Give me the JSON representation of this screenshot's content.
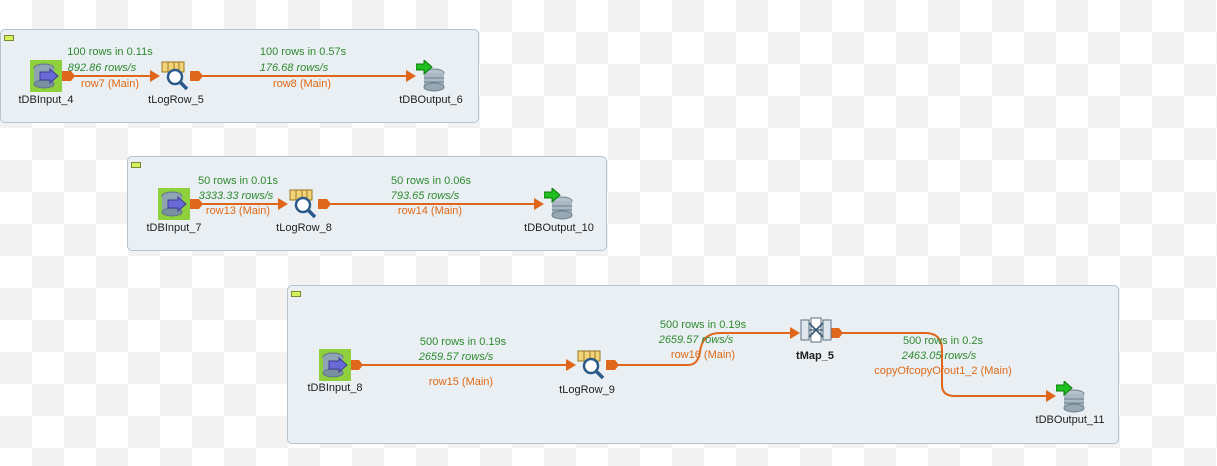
{
  "colors": {
    "link": "#e0661a",
    "stats_text": "#2f8a2f",
    "link_text": "#e06a18",
    "subjob_bg": "#e9eff3"
  },
  "subjobs": [
    {
      "components": {
        "input": {
          "name": "tDBInput_4",
          "icon": "db-input-icon"
        },
        "log": {
          "name": "tLogRow_5",
          "icon": "log-row-icon"
        },
        "output": {
          "name": "tDBOutput_6",
          "icon": "db-output-icon"
        }
      },
      "links": [
        {
          "stats": "100 rows in 0.11s",
          "rate": "892.86 rows/s",
          "label": "row7 (Main)"
        },
        {
          "stats": "100 rows in 0.57s",
          "rate": "176.68 rows/s",
          "label": "row8 (Main)"
        }
      ]
    },
    {
      "components": {
        "input": {
          "name": "tDBInput_7",
          "icon": "db-input-icon"
        },
        "log": {
          "name": "tLogRow_8",
          "icon": "log-row-icon"
        },
        "output": {
          "name": "tDBOutput_10",
          "icon": "db-output-icon"
        }
      },
      "links": [
        {
          "stats": "50 rows in 0.01s",
          "rate": "3333.33 rows/s",
          "label": "row13 (Main)"
        },
        {
          "stats": "50 rows in 0.06s",
          "rate": "793.65 rows/s",
          "label": "row14 (Main)"
        }
      ]
    },
    {
      "components": {
        "input": {
          "name": "tDBInput_8",
          "icon": "db-input-icon"
        },
        "log": {
          "name": "tLogRow_9",
          "icon": "log-row-icon"
        },
        "map": {
          "name": "tMap_5",
          "icon": "tmap-icon"
        },
        "output": {
          "name": "tDBOutput_11",
          "icon": "db-output-icon"
        }
      },
      "links": [
        {
          "stats": "500 rows in 0.19s",
          "rate": "2659.57 rows/s",
          "label": "row15 (Main)"
        },
        {
          "stats": "500 rows in 0.19s",
          "rate": "2659.57 rows/s",
          "label": "row16 (Main)"
        },
        {
          "stats": "500 rows in 0.2s",
          "rate": "2463.05 rows/s",
          "label": "copyOfcopyOfout1_2 (Main)"
        }
      ]
    }
  ]
}
